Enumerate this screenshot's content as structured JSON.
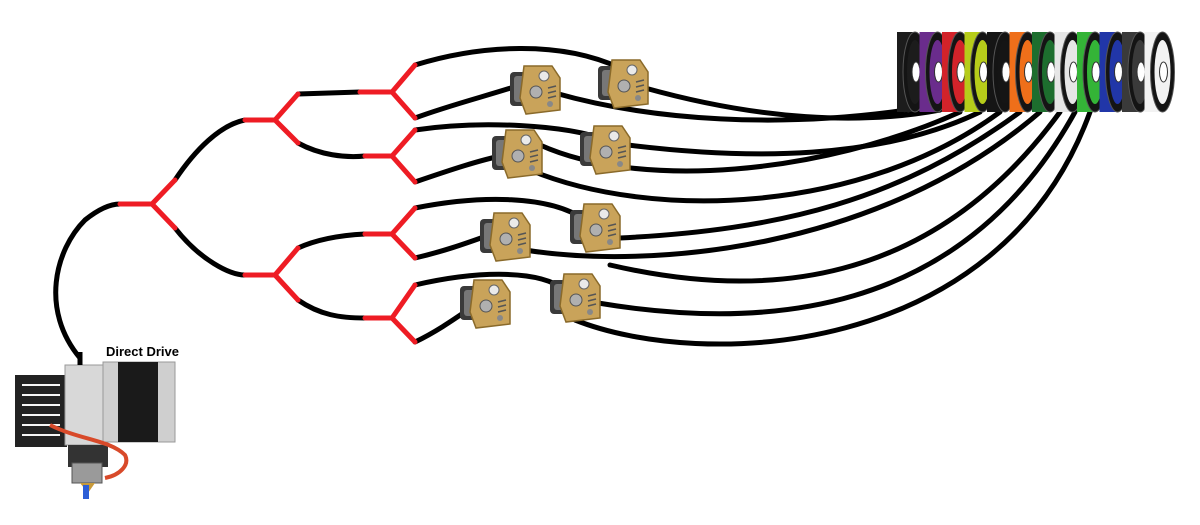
{
  "diagram": {
    "direct_drive_label": "Direct Drive",
    "spool_colors": [
      "#1c1c1c",
      "#6a2c8c",
      "#d2232a",
      "#b6cc1a",
      "#151515",
      "#ef6f1a",
      "#1d6e2e",
      "#e6e6e6",
      "#34b437",
      "#2136a8",
      "#3a3a3a",
      "#f2f2f2"
    ],
    "splitter_color": "#ee1c24",
    "wire_color": "#000000",
    "extruder_count": 8,
    "spool_count": 12
  }
}
